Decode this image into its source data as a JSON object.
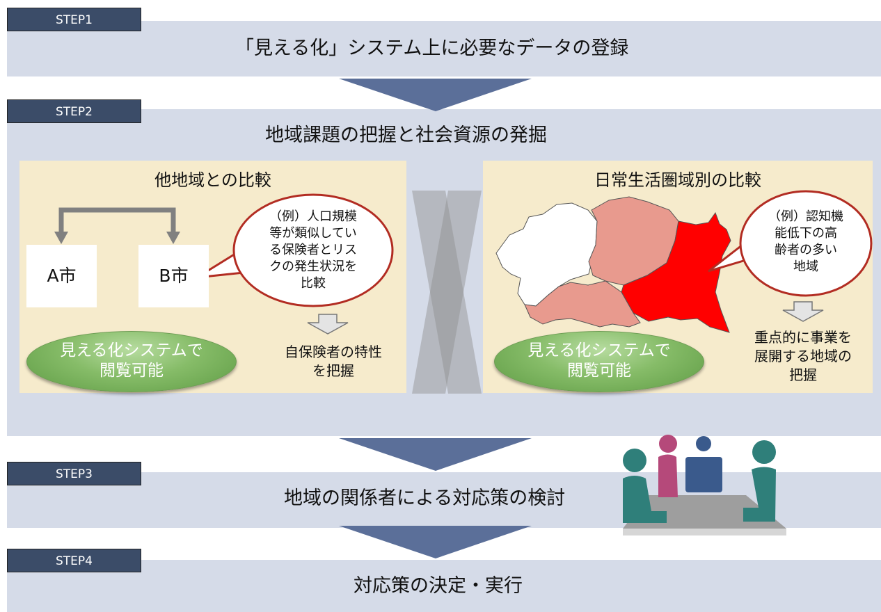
{
  "steps": [
    {
      "label": "STEP1",
      "title": "「見える化」システム上に必要なデータの登録"
    },
    {
      "label": "STEP2",
      "title": "地域課題の把握と社会資源の発掘"
    },
    {
      "label": "STEP3",
      "title": "地域の関係者による対応策の検討"
    },
    {
      "label": "STEP4",
      "title": "対応策の決定・実行"
    }
  ],
  "left_panel": {
    "title": "他地域との比較",
    "box_a": "A市",
    "box_b": "B市",
    "bubble": [
      "（例）人口規模",
      "等が類似してい",
      "る保険者とリス",
      "クの発生状況を",
      "比較"
    ],
    "button": [
      "見える化システムで",
      "閲覧可能"
    ],
    "result": [
      "自保険者の特性",
      "を把握"
    ]
  },
  "right_panel": {
    "title": "日常生活圏域別の比較",
    "bubble": [
      "（例）認知機",
      "能低下の高",
      "齢者の多い",
      "地域"
    ],
    "button": [
      "見える化システムで",
      "閲覧可能"
    ],
    "result": [
      "重点的に事業を",
      "展開する地域の",
      "把握"
    ]
  },
  "colors": {
    "band": "#d5dbe8",
    "tab": "#3b4c68",
    "panel": "#f6ebcc",
    "arrow": "#5b6f99",
    "bubble_border": "#c0392b",
    "region_red": "#ff0000",
    "region_pink": "#e89a8e",
    "person_teal": "#2f7f7a",
    "person_pink": "#b5497a",
    "person_navy": "#3a5a8c"
  },
  "icons": [
    "compare-arrow-icon",
    "down-arrow-icon",
    "map-icon",
    "meeting-icon"
  ]
}
